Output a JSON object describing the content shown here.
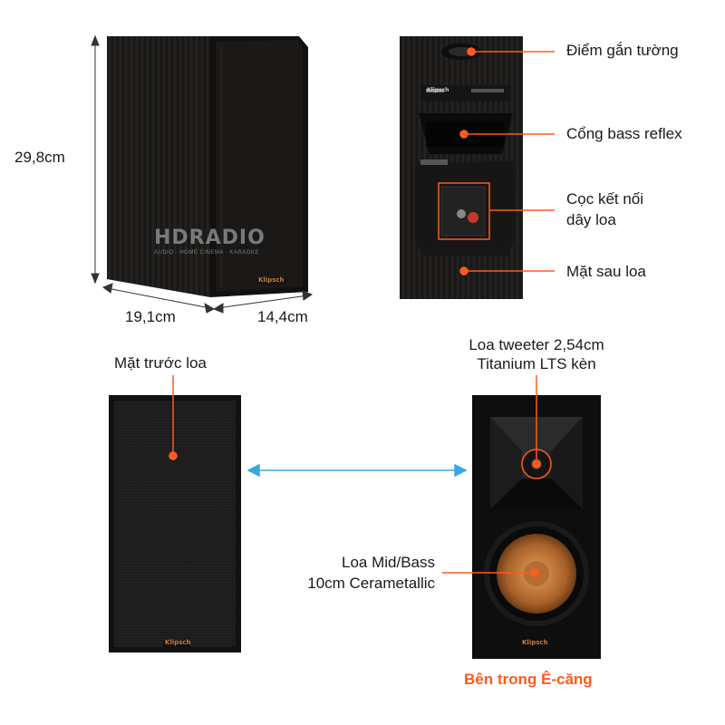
{
  "colors": {
    "accent_orange": "#ff5a1f",
    "arrow_blue": "#3aa7e0",
    "cabinet": "#1b1a18",
    "copper": "#c97a3a"
  },
  "dimensions": {
    "height": "29,8cm",
    "width": "19,1cm",
    "depth": "14,4cm"
  },
  "watermark": {
    "main": "HDRADIO",
    "sub": "AUDIO · HOME CINEMA · KARAOKE"
  },
  "brand_logo": "Klipsch",
  "back_labels": {
    "wall_mount": "Điểm gắn tường",
    "bass_port": "Cổng bass reflex",
    "terminal_line1": "Cọc kết nối",
    "terminal_line2": "dây loa",
    "rear_panel": "Mặt sau loa"
  },
  "front_labels": {
    "front_grille": "Mặt trước loa",
    "tweeter_line1": "Loa tweeter 2,54cm",
    "tweeter_line2": "Titanium LTS kèn",
    "woofer_line1": "Loa Mid/Bass",
    "woofer_line2": "10cm Cerametallic"
  },
  "inside_title": "Bên trong Ê-căng"
}
